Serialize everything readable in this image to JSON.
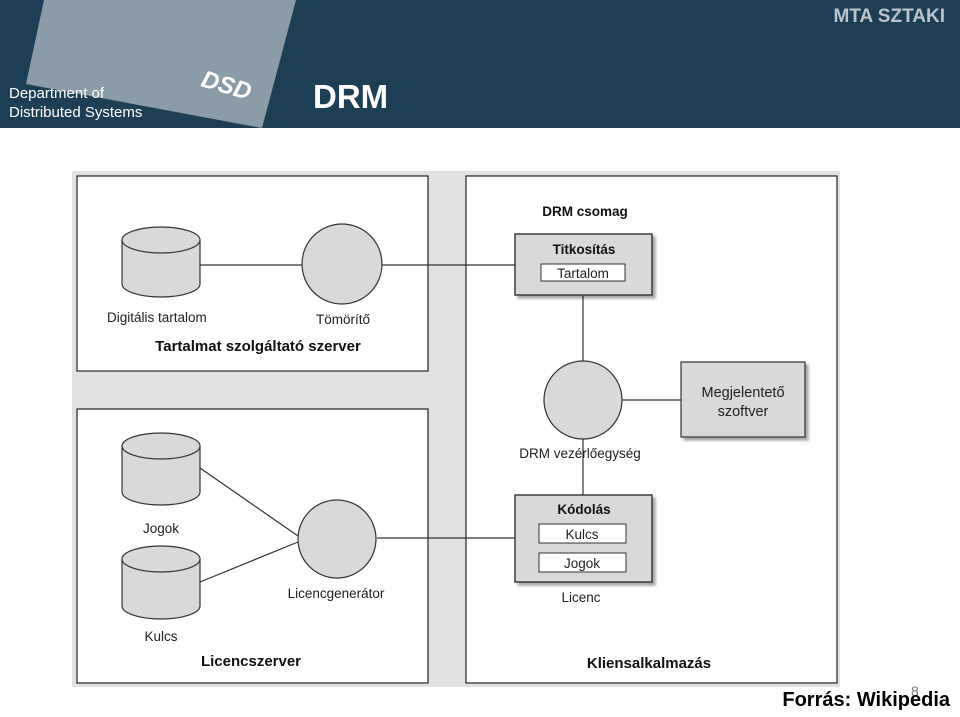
{
  "header": {
    "dept_line1": "Department of",
    "dept_line2": "Distributed Systems",
    "logo": "DSD",
    "brand": "MTA SZTAKI",
    "title": "DRM"
  },
  "diagram": {
    "content_server": {
      "label": "Tartalmat szolgáltató szerver",
      "db": "Digitális tartalom",
      "compressor": "Tömörítő"
    },
    "license_server": {
      "label": "Licencszerver",
      "db_rights": "Jogok",
      "db_keys": "Kulcs",
      "generator": "Licencgenerátor"
    },
    "client": {
      "label": "Kliensalkalmazás",
      "package_title": "DRM csomag",
      "encryption": {
        "title": "Titkosítás",
        "field": "Tartalom"
      },
      "controller": "DRM vezérlőegység",
      "renderer_line1": "Megjelentető",
      "renderer_line2": "szoftver",
      "encoding": {
        "title": "Kódolás",
        "field1": "Kulcs",
        "field2": "Jogok"
      },
      "license": "Licenc"
    }
  },
  "footer": {
    "source": "Forrás: Wikipedia",
    "page": "8"
  },
  "colors": {
    "header_bg": "#1d3f55",
    "header_panel": "#8a9ca8",
    "box_fill": "#d9d9d9"
  }
}
